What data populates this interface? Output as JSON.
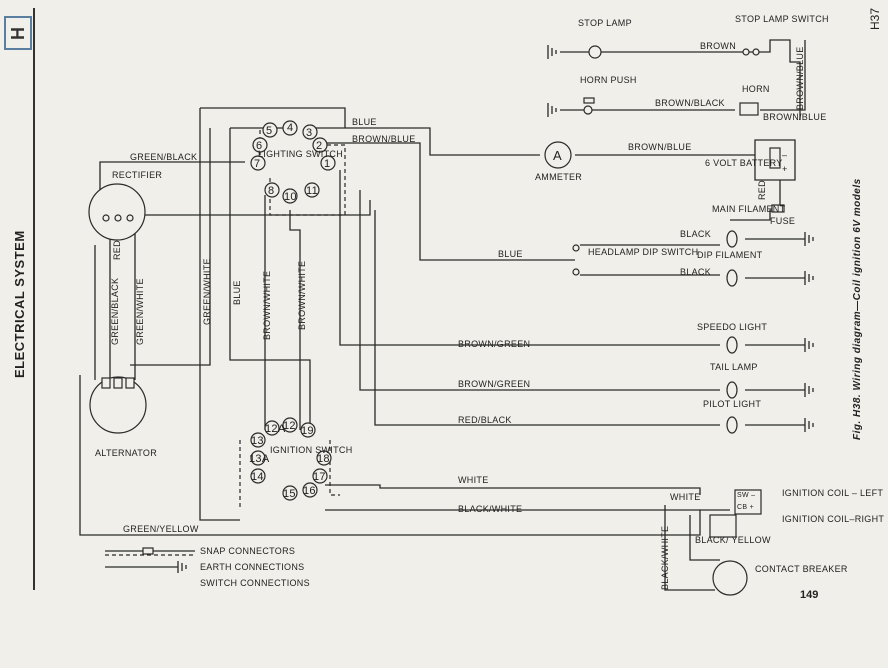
{
  "page": {
    "section_letter": "H",
    "page_id": "H37",
    "section_title": "ELECTRICAL SYSTEM",
    "figure_caption": "Fig. H38. Wiring diagram—Coil ignition 6V models",
    "page_number": "149"
  },
  "components": {
    "stop_lamp": "STOP LAMP",
    "stop_lamp_switch": "STOP LAMP SWITCH",
    "horn_push": "HORN PUSH",
    "horn": "HORN",
    "ammeter": "AMMETER",
    "ammeter_symbol": "A",
    "battery": "6 VOLT BATTERY",
    "fuse": "FUSE",
    "main_filament": "MAIN FILAMENT",
    "dip_filament": "DIP FILAMENT",
    "headlamp_dip_switch": "HEADLAMP DIP SWITCH",
    "speedo_light": "SPEEDO LIGHT",
    "tail_lamp": "TAIL LAMP",
    "pilot_light": "PILOT LIGHT",
    "rectifier": "RECTIFIER",
    "alternator": "ALTERNATOR",
    "lighting_switch": "LIGHTING SWITCH",
    "ignition_switch": "IGNITION SWITCH",
    "ignition_coil_left": "IGNITION COIL – LEFT",
    "ignition_coil_right": "IGNITION COIL–RIGHT",
    "contact_breaker": "CONTACT BREAKER",
    "coil_terminal_sw": "SW –",
    "coil_terminal_cb": "CB +",
    "battery_minus": "–",
    "battery_plus": "+"
  },
  "lighting_switch_terminals": [
    "1",
    "2",
    "3",
    "4",
    "5",
    "6",
    "7",
    "8",
    "10",
    "11"
  ],
  "ignition_switch_terminals": [
    "12",
    "12A",
    "13",
    "13A",
    "14",
    "15",
    "16",
    "17",
    "18",
    "19"
  ],
  "wire_labels": {
    "brown": "BROWN",
    "brown_black": "BROWN/BLACK",
    "brown_blue": "BROWN/BLUE",
    "brown_blue_horn": "BROWN/BLUE",
    "brown_blue_vertical": "BROWN/BLUE",
    "blue": "BLUE",
    "blue_dip": "BLUE",
    "blue_vertical": "BLUE",
    "green_black": "GREEN/BLACK",
    "green_black_vertical": "GREEN/BLACK",
    "green_white": "GREEN/WHITE",
    "green_white_vertical": "GREEN/WHITE",
    "brown_white_1": "BROWN/WHITE",
    "brown_white_2": "BROWN/WHITE",
    "red": "RED",
    "red_battery": "RED",
    "black_main": "BLACK",
    "black_dip": "BLACK",
    "brown_green_speedo": "BROWN/GREEN",
    "brown_green_tail": "BROWN/GREEN",
    "red_black": "RED/BLACK",
    "white": "WHITE",
    "white_coil": "WHITE",
    "black_white": "BLACK/WHITE",
    "black_white_vertical": "BLACK/WHITE",
    "black_yellow": "BLACK/ YELLOW",
    "green_yellow": "GREEN/YELLOW"
  },
  "legend": {
    "snap_connectors": "SNAP CONNECTORS",
    "earth_connections": "EARTH CONNECTIONS",
    "switch_connections": "SWITCH CONNECTIONS"
  }
}
